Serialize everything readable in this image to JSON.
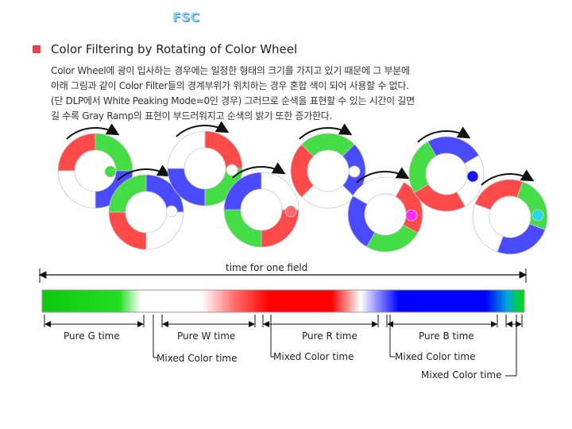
{
  "header": {
    "title": "FSC",
    "heading": "Color Filtering by Rotating of Color Wheel"
  },
  "body": {
    "lines": [
      "Color Wheel에 광이 입사하는 경우에는 일정한 형태의 크기를 가지고 있기 때문에 그 부분에",
      "아래 그림과 같이 Color Filter들의 경계부위가 위치하는 경우 혼합 색이 되어 사용할 수 없다.",
      "(단 DLP에서 White Peaking Mode=0인 경우) 그러므로 순색을 표현할 수 있는 시간이 길면",
      "길 수록 Gray Ramp의 표현이 부드러워지고 순색의 밝기 또한 증가한다."
    ]
  },
  "colors": {
    "red": "#ff4a4a",
    "green": "#45dd45",
    "blue": "#4a4aff",
    "white": "#ffffff",
    "bullet": "#e8424a",
    "title": "#8fd0ee"
  },
  "wheels": {
    "light_spot_colors": [
      "green",
      "white",
      "white",
      "red",
      "white",
      "magenta",
      "blue",
      "cyan"
    ]
  },
  "timeline": {
    "field_label": "time for one field",
    "segments_order": [
      "green",
      "white",
      "red",
      "blue",
      "green"
    ],
    "labels": {
      "pure_g": "Pure G time",
      "pure_w": "Pure W time",
      "pure_r": "Pure R time",
      "pure_b": "Pure B time",
      "mixed_1": "Mixed Color time",
      "mixed_2": "Mixed Color time",
      "mixed_3": "Mixed Color time",
      "mixed_4": "Mixed Color time"
    }
  }
}
